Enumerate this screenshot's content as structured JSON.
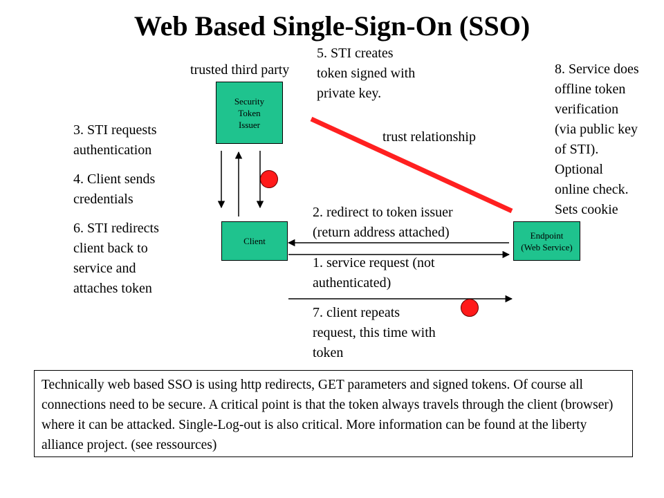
{
  "title": "Web Based Single-Sign-On (SSO)",
  "labels": {
    "trusted_third_party": "trusted third party",
    "step5": "5. STI creates\ntoken signed with\nprivate key.",
    "step8": "8. Service does\noffline token\nverification\n(via public key\nof STI).\nOptional\nonline check.\nSets cookie",
    "trust_relationship": "trust relationship",
    "step3": "3. STI requests\nauthentication",
    "step4": "4. Client sends\ncredentials",
    "step6": "6. STI redirects\nclient back to\nservice and\nattaches token",
    "step2": "2. redirect to token issuer\n(return address attached)",
    "step1": "1. service request (not\nauthenticated)",
    "step7": "7. client repeats\nrequest, this time with\ntoken"
  },
  "nodes": {
    "sti": "Security\nToken\nIssuer",
    "client": "Client",
    "endpoint": "Endpoint\n(Web Service)"
  },
  "note": "Technically web based SSO is using http redirects, GET parameters and signed tokens. Of course all connections need to be secure. A critical point is that the token always travels through the client (browser) where it can be attacked. Single-Log-out is also critical. More information can be found at the liberty alliance project. (see ressources)",
  "colors": {
    "node_fill": "#1fc38e",
    "trust_line": "#ff2020",
    "attack_dot": "#ff1a1a"
  }
}
